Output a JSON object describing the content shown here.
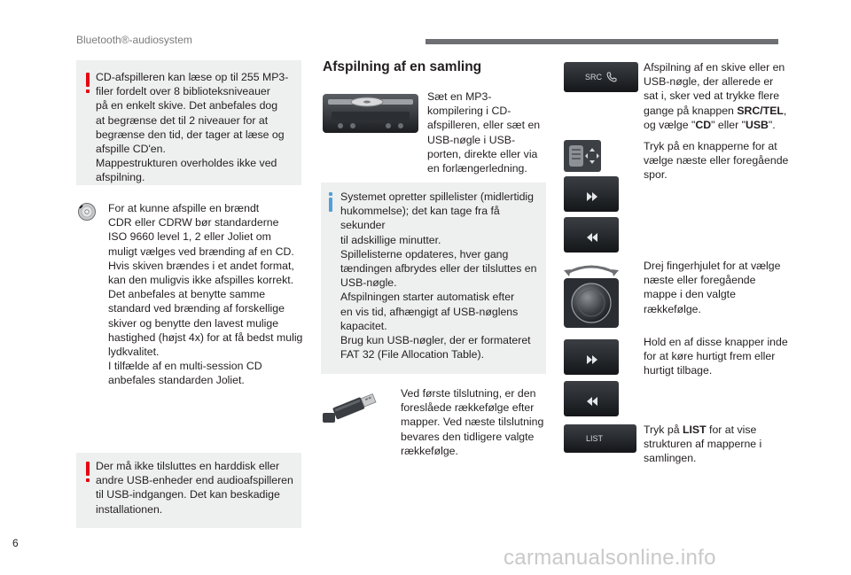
{
  "header": {
    "section_title": "Bluetooth®-audiosystem"
  },
  "page_number": "6",
  "left_column": {
    "warning1_lines": [
      "CD-afspilleren kan læse op til 255 MP3-",
      "filer fordelt over 8 biblioteksniveauer",
      "på en enkelt skive. Det anbefales dog",
      "at begrænse det til 2 niveauer for at",
      "begrænse den tid, der tager at læse og",
      "afspille CD'en.",
      "Mappestrukturen overholdes ikke ved",
      "afspilning."
    ],
    "cd_note_lines": [
      "For at kunne afspille en brændt",
      "CDR eller CDRW bør standarderne",
      "ISO 9660 level 1, 2 eller Joliet om",
      "muligt vælges ved brænding af en CD.",
      "Hvis skiven brændes i et andet format,",
      "kan den muligvis ikke afspilles korrekt.",
      "Det anbefales at benytte samme",
      "standard ved brænding af forskellige",
      "skiver og benytte den lavest mulige",
      "hastighed (højst 4x) for at få bedst mulig",
      "lydkvalitet.",
      "I tilfælde af en multi-session CD",
      "anbefales standarden Joliet."
    ],
    "warning2_lines": [
      "Der må ikke tilsluttes en harddisk eller",
      "andre USB-enheder end audioafspilleren",
      "til USB-indgangen. Det kan beskadige",
      "installationen."
    ]
  },
  "middle_column": {
    "title": "Afspilning af en samling",
    "insert_lines": [
      "Sæt en MP3-",
      "kompilering i CD-",
      "afspilleren, eller sæt en",
      "USB-nøgle i USB-",
      "porten, direkte eller via",
      "en forlængerledning."
    ],
    "info_lines": [
      "Systemet opretter spillelister (midlertidig",
      "hukommelse); det kan tage fra få sekunder",
      "til adskillige minutter.",
      "Spillelisterne opdateres, hver gang",
      "tændingen afbrydes eller der tilsluttes en",
      "USB-nøgle.",
      "Afspilningen starter automatisk efter",
      "en vis tid, afhængigt af USB-nøglens",
      "kapacitet.",
      "Brug kun USB-nøgler, der er formateret",
      "FAT 32 (File Allocation Table)."
    ],
    "usb_lines": [
      "Ved første tilslutning, er den",
      "foreslåede rækkefølge efter",
      "mapper. Ved næste tilslutning",
      "bevares den tidligere valgte",
      "rækkefølge."
    ]
  },
  "right_column": {
    "src_button_label": "SRC",
    "src_text": {
      "l1": "Afspilning af en skive eller en",
      "l2": "USB-nøgle, der allerede er",
      "l3": "sat i, sker ved at trykke flere",
      "l4_pre": "gange på knappen ",
      "l4_bold": "SRC/TEL",
      "l4_post": ",",
      "l5_pre": "og vælge \"",
      "l5_bold1": "CD",
      "l5_mid": "\" eller \"",
      "l5_bold2": "USB",
      "l5_post": "\"."
    },
    "track_lines": [
      "Tryk på en knapperne for at",
      "vælge næste eller foregående",
      "spor."
    ],
    "wheel_lines": [
      "Drej fingerhjulet for at vælge",
      "næste eller foregående",
      "mappe i den valgte",
      "rækkefølge."
    ],
    "hold_lines": [
      "Hold en af disse knapper inde",
      "for at køre hurtigt frem eller",
      "hurtigt tilbage."
    ],
    "list_button_label": "LIST",
    "list_text": {
      "l1_pre": "Tryk på ",
      "l1_bold": "LIST",
      "l1_post": " for at vise",
      "l2": "strukturen af mapperne i",
      "l3": "samlingen."
    }
  },
  "watermark": "carmanualsonline.info",
  "colors": {
    "warning": "#e30613",
    "info": "#4f9fd8",
    "box": "#eeefef",
    "header_bar": "#6d6f72"
  }
}
